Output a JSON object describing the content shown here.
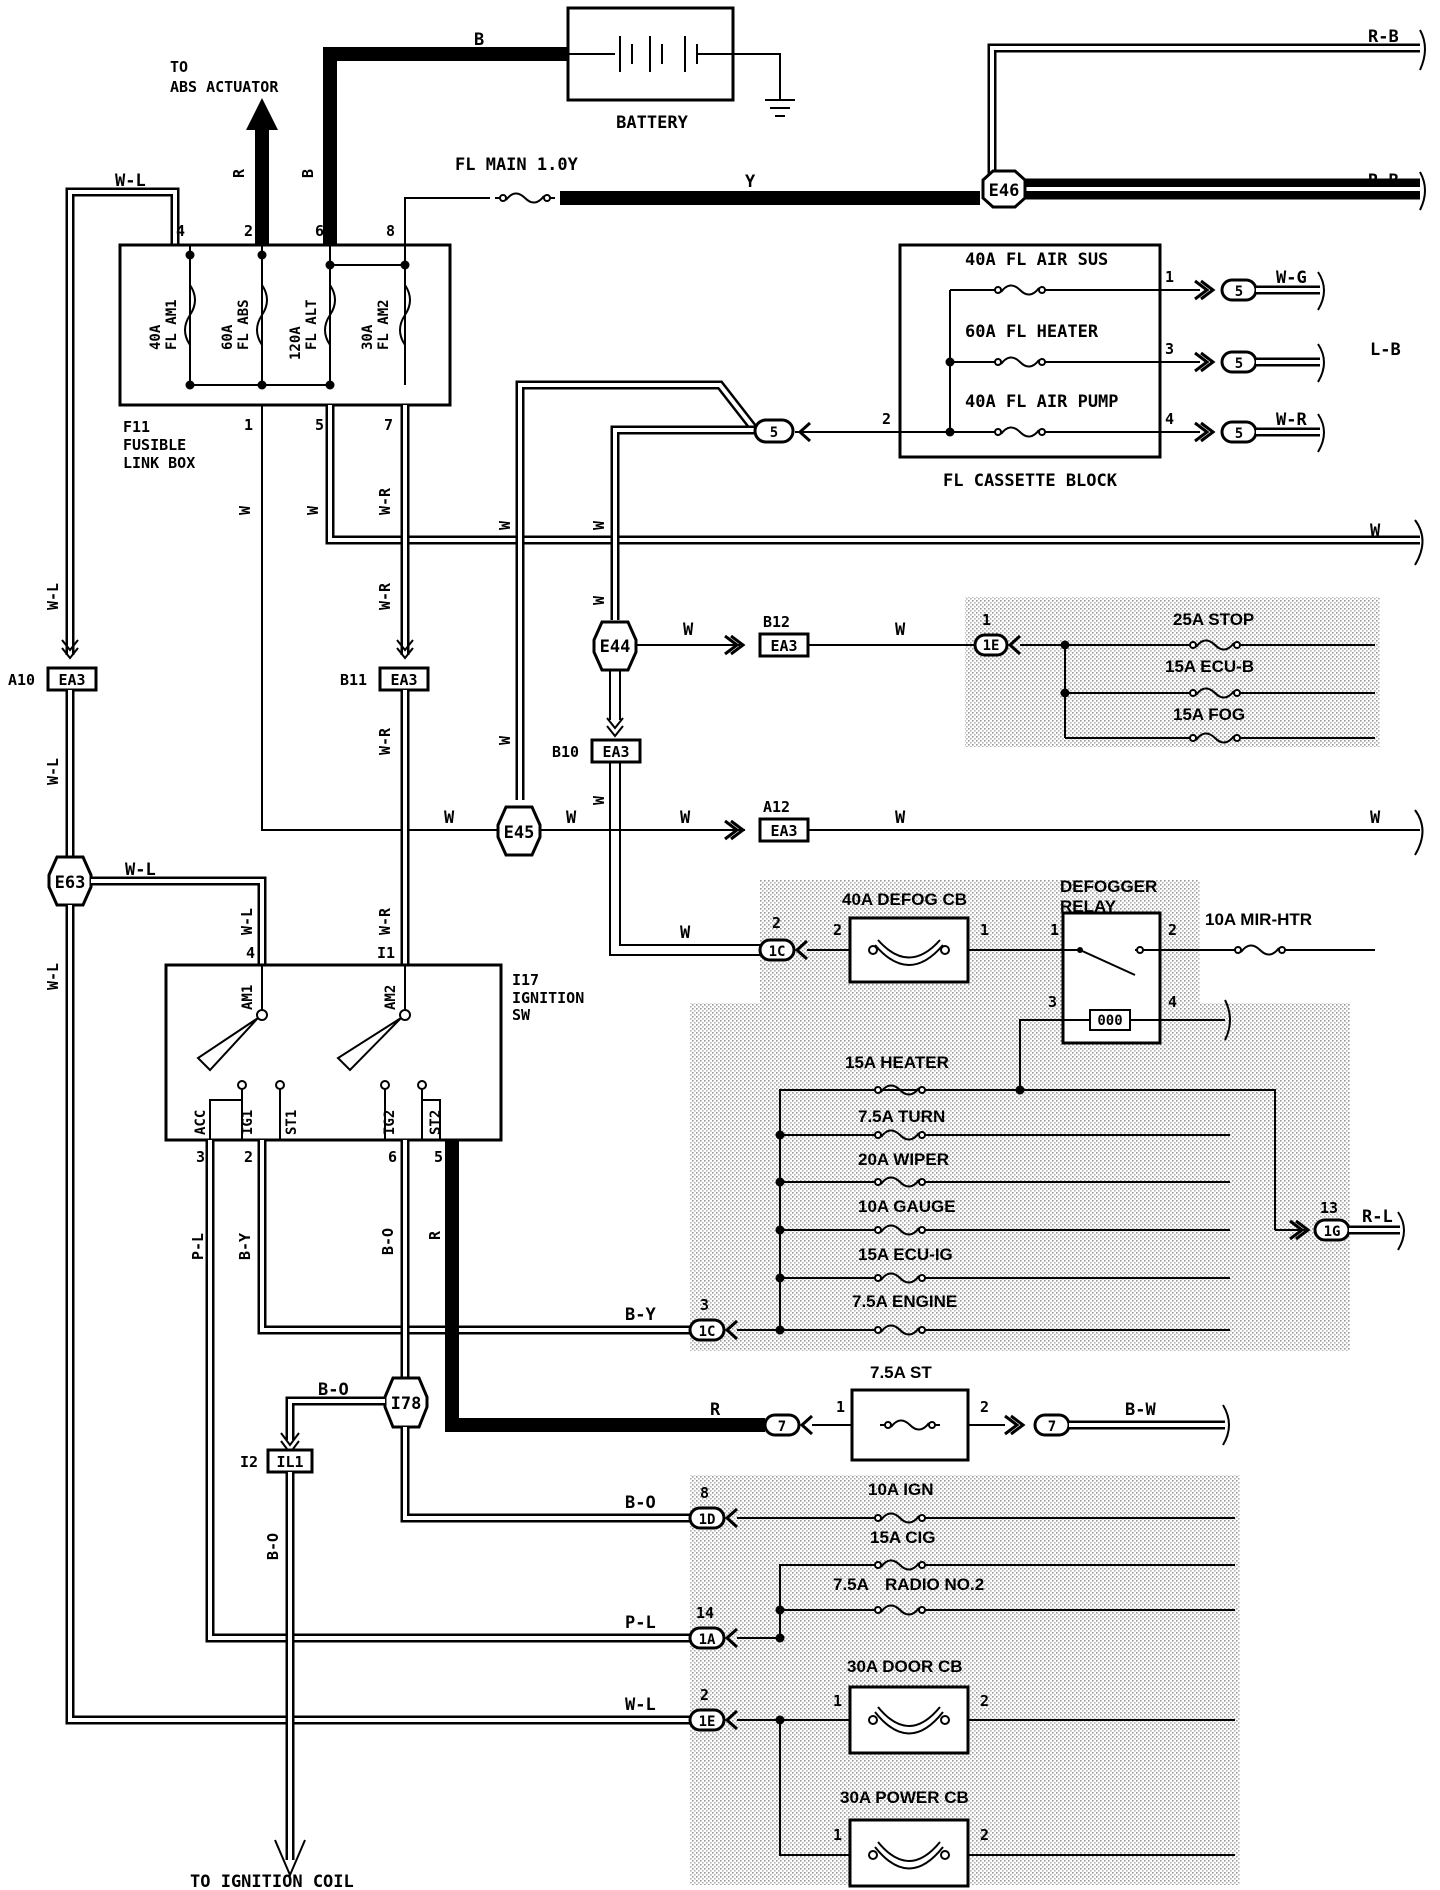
{
  "battery": {
    "label": "BATTERY"
  },
  "abs_actuator": {
    "label_line1": "TO",
    "label_line2": "ABS ACTUATOR"
  },
  "ignition_coil": {
    "label": "TO IGNITION COIL"
  },
  "fl_main": {
    "label": "FL MAIN 1.0Y"
  },
  "fusible_link_box": {
    "id": "F11",
    "label_line1": "FUSIBLE",
    "label_line2": "LINK BOX",
    "fuses": [
      {
        "rating": "40A",
        "name": "FL AM1"
      },
      {
        "rating": "60A",
        "name": "FL ABS"
      },
      {
        "rating": "120A",
        "name": "FL ALT"
      },
      {
        "rating": "30A",
        "name": "FL AM2"
      }
    ],
    "top_pins": [
      "4",
      "2",
      "6",
      "8"
    ],
    "bottom_pins": [
      "1",
      "5",
      "7"
    ]
  },
  "fl_cassette": {
    "label": "FL CASSETTE BLOCK",
    "fuses": [
      "40A FL AIR SUS",
      "60A FL HEATER",
      "40A FL AIR PUMP"
    ],
    "pins": [
      "1",
      "3",
      "4",
      "2"
    ]
  },
  "ignition_switch": {
    "id": "I17",
    "label_line1": "IGNITION",
    "label_line2": "SW",
    "contacts_top": [
      "AM1",
      "AM2"
    ],
    "contacts_bottom": [
      "ACC",
      "IG1",
      "ST1",
      "IG2",
      "ST2"
    ],
    "top_pins": [
      "4",
      "I1"
    ],
    "bottom_pins": [
      "3",
      "2",
      "6",
      "5"
    ]
  },
  "junctions": [
    "E46",
    "E44",
    "E45",
    "E63",
    "I78"
  ],
  "connectors": {
    "a10": {
      "pin": "A10",
      "code": "EA3"
    },
    "b11": {
      "pin": "B11",
      "code": "EA3"
    },
    "b12": {
      "pin": "B12",
      "code": "EA3"
    },
    "b10": {
      "pin": "B10",
      "code": "EA3"
    },
    "a12": {
      "pin": "A12",
      "code": "EA3"
    },
    "i2": {
      "pin": "I2",
      "code": "IL1"
    },
    "c5a": "5",
    "c5b": "5",
    "c5c": "5",
    "c5d": "5",
    "c7a": "7",
    "c7b": "7",
    "c1e_top": {
      "pin": "1",
      "code": "1E"
    },
    "c1c_top": {
      "pin": "2",
      "code": "1C"
    },
    "c1c_bot": {
      "pin": "3",
      "code": "1C"
    },
    "c1g": {
      "pin": "13",
      "code": "1G"
    },
    "c1d": {
      "pin": "8",
      "code": "1D"
    },
    "c1a": {
      "pin": "14",
      "code": "1A"
    },
    "c1e_bot": {
      "pin": "2",
      "code": "1E"
    }
  },
  "wire_colors": {
    "b": "B",
    "r": "R",
    "y": "Y",
    "rb": "R-B",
    "wl": "W-L",
    "w": "W",
    "wr": "W-R",
    "wg": "W-G",
    "lb": "L-B",
    "by": "B-Y",
    "bo": "B-O",
    "pl": "P-L",
    "rl": "R-L",
    "bw": "B-W"
  },
  "fuses_junction": {
    "stop": "25A STOP",
    "ecub": "15A ECU-B",
    "fog": "15A FOG",
    "defog_cb": "40A DEFOG CB",
    "relay_line1": "DEFOGGER",
    "relay_line2": "RELAY",
    "mirhtr": "10A MIR-HTR",
    "heater": "15A HEATER",
    "turn": "7.5A TURN",
    "wiper": "20A WIPER",
    "gauge": "10A GAUGE",
    "ecuig": "15A ECU-IG",
    "engine": "7.5A ENGINE",
    "st": "7.5A ST",
    "ign": "10A IGN",
    "cig": "15A CIG",
    "radio_rating": "7.5A",
    "radio_name": "RADIO NO.2",
    "door_cb": "30A DOOR CB",
    "power_cb": "30A POWER CB"
  },
  "pin_numbers": {
    "one": "1",
    "two": "2",
    "three": "3",
    "four": "4"
  }
}
